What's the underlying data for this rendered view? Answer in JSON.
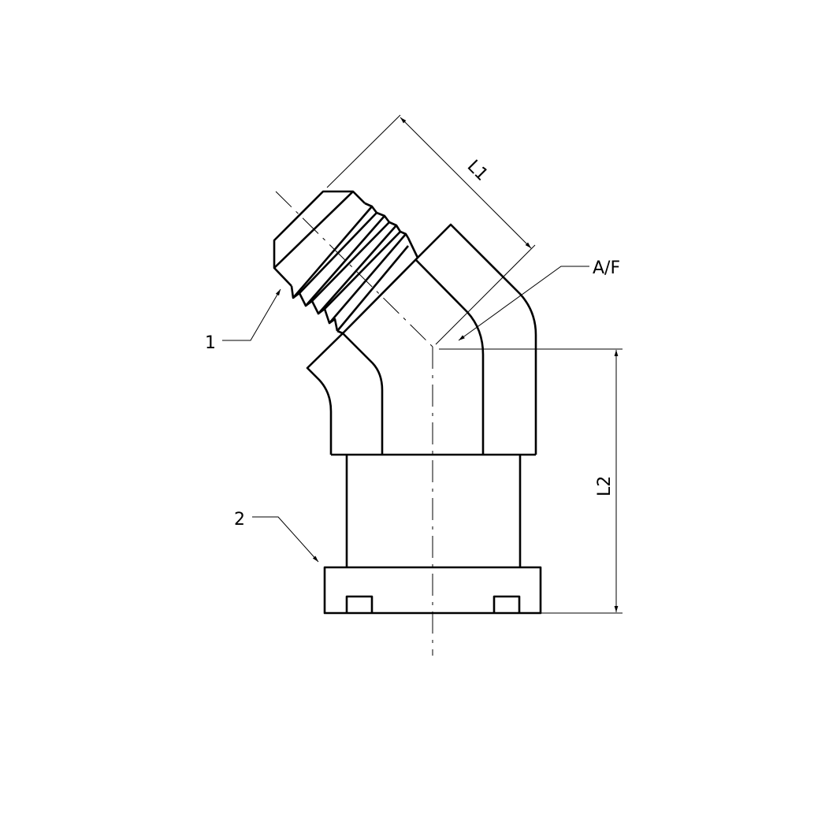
{
  "labels": {
    "dim_l1": "L1",
    "dim_l2": "L2",
    "dim_af": "A/F",
    "balloon_1": "1",
    "balloon_2": "2"
  }
}
